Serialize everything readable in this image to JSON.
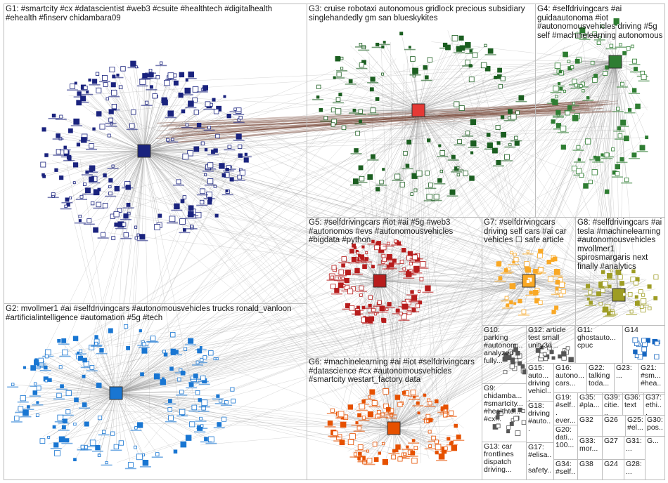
{
  "groups": [
    {
      "id": "G1",
      "label": "G1: #smartcity #cx #datascientist #web3 #csuite #healthtech #digitalhealth #ehealth #finserv chidambara09",
      "color": "#1a237e"
    },
    {
      "id": "G2",
      "label": "G2: mvollmer1 #ai #selfdrivingcars #autonomousvehicles trucks ronald_vanloon #artificialintelligence #automation #5g #tech",
      "color": "#1976d2"
    },
    {
      "id": "G3",
      "label": "G3: cruise robotaxi autonomous gridlock precious subsidiary singlehandedly gm san blueskykites",
      "color": "#1b5e20"
    },
    {
      "id": "G4",
      "label": "G4: #selfdrivingcars #ai guidaautonoma #iot #autonomousvehicles driving #5g self #machinelearning autonomous",
      "color": "#2e7d32"
    },
    {
      "id": "G5",
      "label": "G5: #selfdrivingcars #iot #ai #5g #web3 #autonomos #evs #autonomousvehicles #bigdata #python",
      "color": "#b71c1c"
    },
    {
      "id": "G6",
      "label": "G6: #machinelearning #ai #iot #selfdrivingcars #datascience #cx #autonomousvehicles #smartcity westart_factory data",
      "color": "#e65100"
    },
    {
      "id": "G7",
      "label": "G7: #selfdrivingcars driving self cars #ai car vehicles ☐ safe article",
      "color": "#f9a825"
    },
    {
      "id": "G8",
      "label": "G8: #selfdrivingcars #ai tesla #machinelearning #autonomousvehicles mvollmer1 spirosmargaris next finally #analytics",
      "color": "#9e9d24"
    },
    {
      "id": "G9",
      "label": "G9: chidamba... #smartcity... #healthte... #cx...",
      "color": "#333"
    },
    {
      "id": "G10",
      "label": "G10: parking #autonom... analyzed fully...",
      "color": "#333"
    },
    {
      "id": "G11",
      "label": "G11: ghostauto... cpuc",
      "color": "#333"
    },
    {
      "id": "G12",
      "label": "G12: article test small unity3d...",
      "color": "#333"
    },
    {
      "id": "G13",
      "label": "G13: car frontlines dispatch driving...",
      "color": "#333"
    },
    {
      "id": "G14",
      "label": "G14",
      "color": "#333"
    },
    {
      "id": "G15",
      "label": "G15: auto... driving vehicl...",
      "color": "#333"
    },
    {
      "id": "G16",
      "label": "G16: autono... cars...",
      "color": "#333"
    },
    {
      "id": "G17",
      "label": "G17: #elisa... safety...",
      "color": "#333"
    },
    {
      "id": "G18",
      "label": "G18: driving #auto...",
      "color": "#333"
    },
    {
      "id": "G19",
      "label": "G19: #self... ever...",
      "color": "#333"
    },
    {
      "id": "G20",
      "label": "G20: dati... 100...",
      "color": "#333"
    },
    {
      "id": "G21",
      "label": "G21: #sm... #hea...",
      "color": "#333"
    },
    {
      "id": "G22",
      "label": "G22: talking toda...",
      "color": "#333"
    },
    {
      "id": "G23",
      "label": "G23: ...",
      "color": "#333"
    },
    {
      "id": "G24",
      "label": "G24",
      "color": "#333"
    },
    {
      "id": "G25",
      "label": "G25: #el...",
      "color": "#333"
    },
    {
      "id": "G26",
      "label": "G26",
      "color": "#333"
    },
    {
      "id": "G27",
      "label": "G27",
      "color": "#333"
    },
    {
      "id": "G28",
      "label": "G28:...",
      "color": "#333"
    },
    {
      "id": "G29",
      "label": "G...",
      "color": "#333"
    },
    {
      "id": "G30",
      "label": "G30: pos...",
      "color": "#333"
    },
    {
      "id": "G31",
      "label": "G31:...",
      "color": "#333"
    },
    {
      "id": "G32",
      "label": "G32",
      "color": "#333"
    },
    {
      "id": "G33",
      "label": "G33: mor...",
      "color": "#333"
    },
    {
      "id": "G34",
      "label": "G34: #self...",
      "color": "#333"
    },
    {
      "id": "G35",
      "label": "G35: #pla...",
      "color": "#333"
    },
    {
      "id": "G36",
      "label": "G36: text",
      "color": "#333"
    },
    {
      "id": "G37",
      "label": "G37: ethi...",
      "color": "#333"
    },
    {
      "id": "G38",
      "label": "G38",
      "color": "#333"
    },
    {
      "id": "G39",
      "label": "G39: citie...",
      "color": "#333"
    }
  ]
}
